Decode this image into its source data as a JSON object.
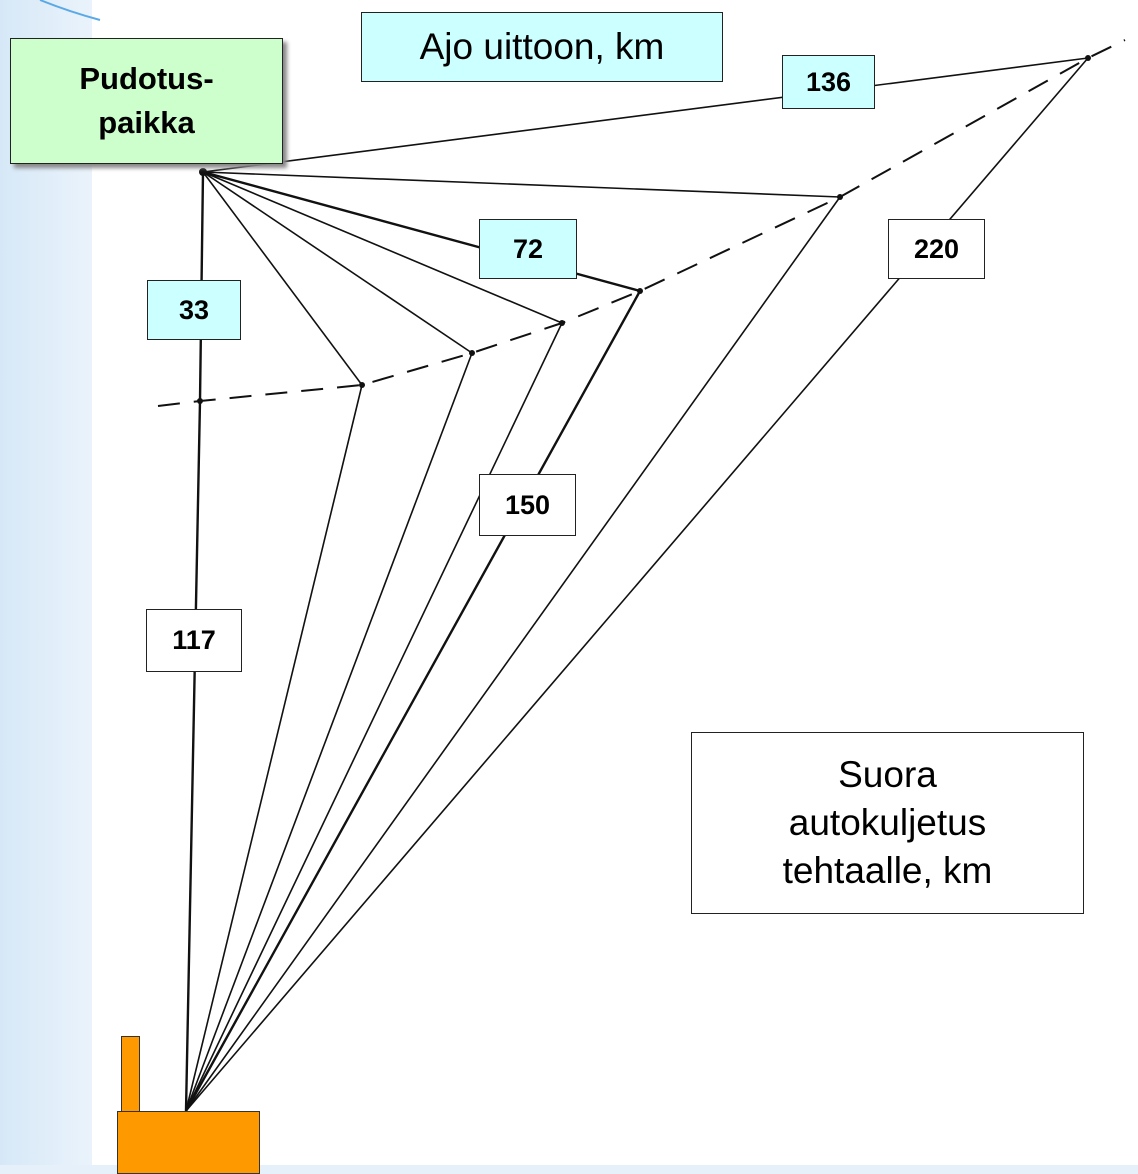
{
  "title": "Ajo uittoon, km",
  "origin_label": [
    "Pudotus-",
    "paikka"
  ],
  "direct_label": [
    "Suora",
    "autokuljetus",
    "tehtaalle, km"
  ],
  "distances": {
    "d136": "136",
    "d72": "72",
    "d220": "220",
    "d33": "33",
    "d150": "150",
    "d117": "117"
  },
  "icons": {
    "mill": "factory-icon"
  },
  "colors": {
    "label_cyan": "#ccffff",
    "origin_green": "#ccffcc",
    "mill_orange": "#ff9900",
    "line": "#111111"
  }
}
